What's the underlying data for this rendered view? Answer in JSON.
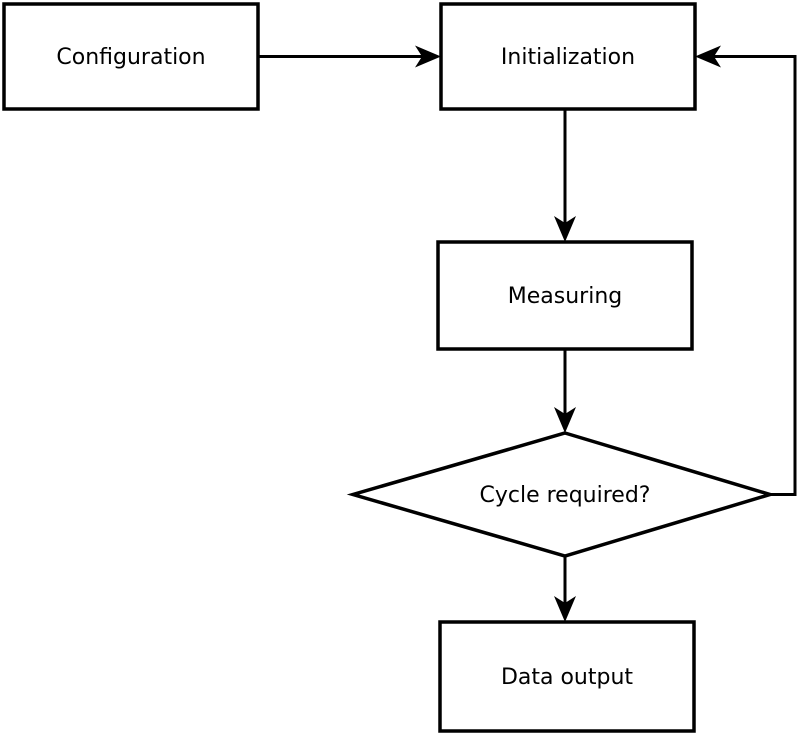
{
  "diagram": {
    "type": "flowchart",
    "background_color": "#ffffff",
    "stroke_color": "#000000",
    "text_color": "#000000",
    "nodes": [
      {
        "id": "configuration",
        "shape": "rectangle",
        "label": "Configuration"
      },
      {
        "id": "initialization",
        "shape": "rectangle",
        "label": "Initialization"
      },
      {
        "id": "measuring",
        "shape": "rectangle",
        "label": "Measuring"
      },
      {
        "id": "cycle-required",
        "shape": "diamond",
        "label": "Cycle required?"
      },
      {
        "id": "data-output",
        "shape": "rectangle",
        "label": "Data output"
      }
    ],
    "edges": [
      {
        "from": "configuration",
        "to": "initialization",
        "direction": "right"
      },
      {
        "from": "initialization",
        "to": "measuring",
        "direction": "down"
      },
      {
        "from": "measuring",
        "to": "cycle-required",
        "direction": "down"
      },
      {
        "from": "cycle-required",
        "to": "data-output",
        "direction": "down"
      },
      {
        "from": "cycle-required",
        "to": "initialization",
        "direction": "loop-right-up-left"
      }
    ]
  }
}
